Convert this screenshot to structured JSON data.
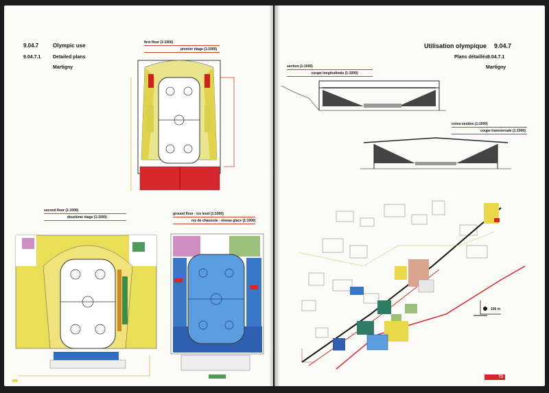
{
  "left_page": {
    "section_number": "9.04.7",
    "section_title": "Olympic use",
    "subsection_number": "9.04.7.1",
    "subsection_title": "Detailed plans",
    "place": "Martigny",
    "plans": {
      "first_floor": {
        "caption_en": "first floor (1:1000)",
        "caption_fr": "premier étage (1:1000)"
      },
      "second_floor": {
        "caption_en": "second floor (1:1000)",
        "caption_fr": "deuxième étage (1:1000)"
      },
      "ground_floor": {
        "caption_en": "ground floor - ice level (1:1000)",
        "caption_fr": "rez de chaussée - niveau glace (1:1000)"
      }
    }
  },
  "right_page": {
    "section_title": "Utilisation olympique",
    "section_number": "9.04.7",
    "subsection_title": "Plans détaillés",
    "subsection_number": "9.04.7.1",
    "place": "Martigny",
    "section_caption_en": "section (1:1000)",
    "section_caption_fr": "coupe longitudinale (1:1000)",
    "cross_caption_en": "cross-section (1:1000)",
    "cross_caption_fr": "coupe transversale (1:1000)",
    "scale_label": "100 m",
    "page_number": "73"
  },
  "colors": {
    "red": "#d8272c",
    "yellow": "#e8d84a",
    "blue": "#2f73c8",
    "green": "#9bc07a",
    "pink": "#d98bc5",
    "ice_blue": "#5b9ee0"
  }
}
